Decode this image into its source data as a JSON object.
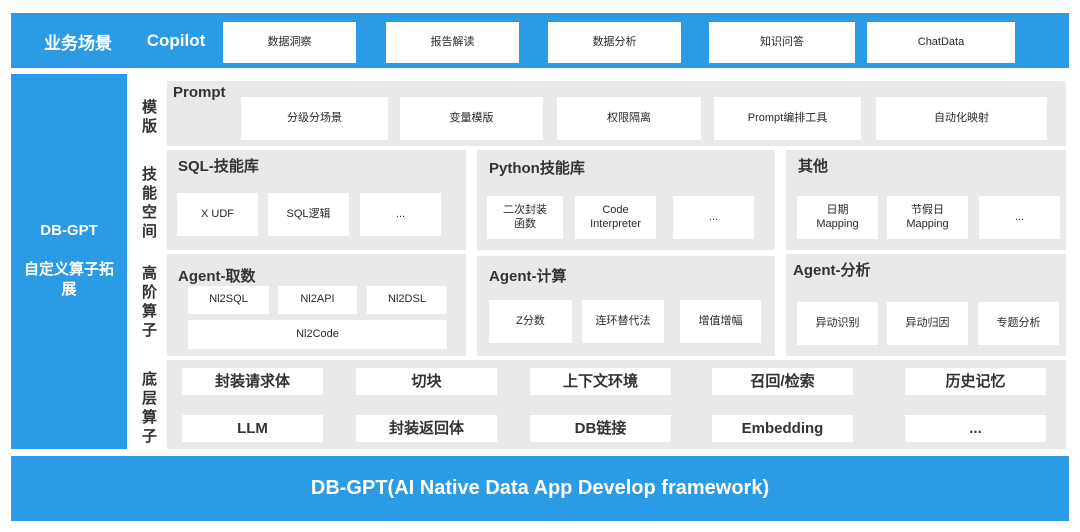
{
  "top": {
    "scenario_label": "业务场景",
    "copilot_label": "Copilot",
    "items": [
      "数据洞察",
      "报告解读",
      "数据分析",
      "知识问答",
      "ChatData"
    ]
  },
  "left": {
    "title": "DB-GPT",
    "subtitle": "自定义算子拓展"
  },
  "rows": {
    "template_label": "模版",
    "skill_label": "技能空间",
    "advanced_label": "高阶算子",
    "base_label": "底层算子"
  },
  "prompt": {
    "title": "Prompt",
    "items": [
      "分级分场景",
      "变量模版",
      "权限隔离",
      "Prompt编排工具",
      "自动化映射"
    ]
  },
  "skills": {
    "sql": {
      "title": "SQL-技能库",
      "items": [
        "X UDF",
        "SQL逻辑",
        "..."
      ]
    },
    "python": {
      "title": "Python技能库",
      "items": [
        "二次封装\n函数",
        "Code\nInterpreter",
        "..."
      ]
    },
    "other": {
      "title": "其他",
      "items": [
        "日期\nMapping",
        "节假日\nMapping",
        "..."
      ]
    }
  },
  "agents": {
    "fetch": {
      "title": "Agent-取数",
      "items": [
        "Nl2SQL",
        "Nl2API",
        "Nl2DSL",
        "Nl2Code"
      ]
    },
    "compute": {
      "title": "Agent-计算",
      "items": [
        "Z分数",
        "连环替代法",
        "增值增幅"
      ]
    },
    "analyze": {
      "title": "Agent-分析",
      "items": [
        "异动识别",
        "异动归因",
        "专题分析"
      ]
    }
  },
  "base": {
    "row1": [
      "封装请求体",
      "切块",
      "上下文环境",
      "召回/检索",
      "历史记忆"
    ],
    "row2": [
      "LLM",
      "封装返回体",
      "DB链接",
      "Embedding",
      "..."
    ]
  },
  "footer": {
    "title": "DB-GPT(AI Native Data App Develop framework)"
  },
  "colors": {
    "blue": "#2b9be6",
    "panel_grey": "#e9e9e9",
    "box_white": "#ffffff"
  }
}
